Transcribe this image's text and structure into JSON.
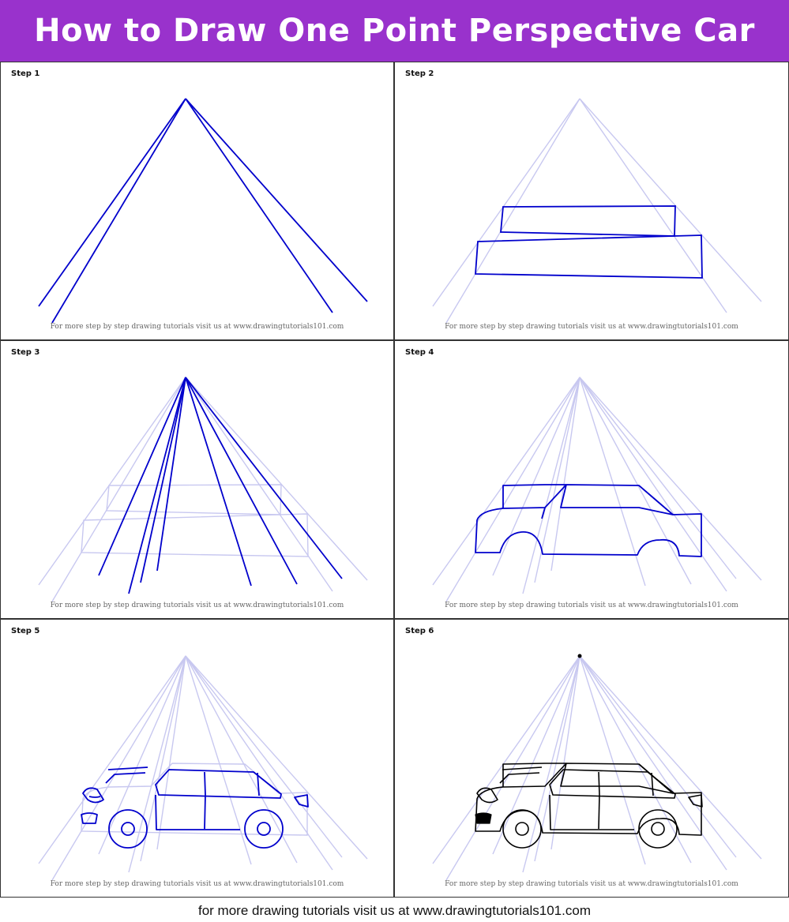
{
  "title": "How to Draw One Point Perspective Car",
  "steps": [
    {
      "label": "Step 1",
      "credit": "For more step by step drawing tutorials visit us at www.drawingtutorials101.com"
    },
    {
      "label": "Step 2",
      "credit": "For more step by step drawing tutorials visit us at www.drawingtutorials101.com"
    },
    {
      "label": "Step 3",
      "credit": "For more step by step drawing tutorials visit us at www.drawingtutorials101.com"
    },
    {
      "label": "Step 4",
      "credit": "For more step by step drawing tutorials visit us at www.drawingtutorials101.com"
    },
    {
      "label": "Step 5",
      "credit": "For more step by step drawing tutorials visit us at www.drawingtutorials101.com"
    },
    {
      "label": "Step 6",
      "credit": "For more step by step drawing tutorials visit us at www.drawingtutorials101.com"
    }
  ],
  "footer": "for more drawing tutorials visit us at www.drawingtutorials101.com",
  "colors": {
    "header": "#9932cc",
    "active_line": "#0000cc",
    "guide_line": "#c8c8f0",
    "final_line": "#000000"
  }
}
